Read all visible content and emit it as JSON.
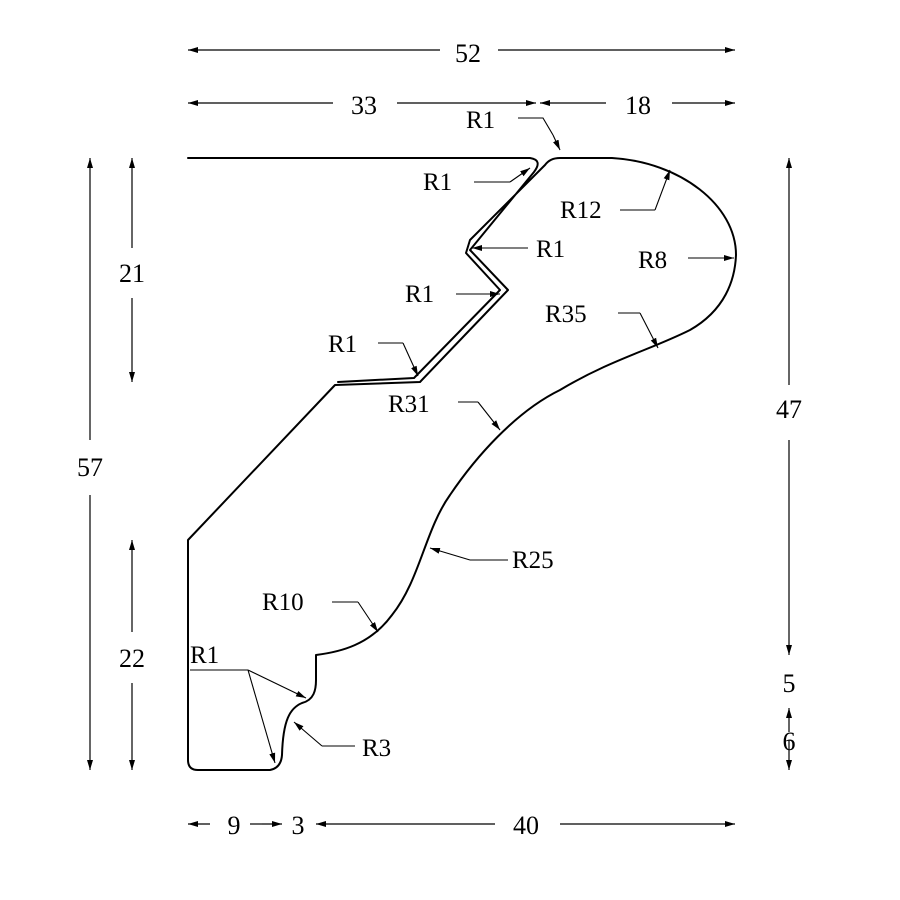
{
  "dimensions": {
    "overall_width": "52",
    "top_left_width": "33",
    "top_right_width": "18",
    "left_upper_height": "21",
    "overall_height": "57",
    "left_lower_height": "22",
    "right_upper_height": "47",
    "right_mid_height": "5",
    "right_lower_height": "6",
    "bottom_a": "9",
    "bottom_b": "3",
    "bottom_c": "40"
  },
  "radii": {
    "r1_top": "R1",
    "r1_notch_outer": "R1",
    "r1_v_tip": "R1",
    "r1_v_inner": "R1",
    "r1_step": "R1",
    "r1_bottom": "R1",
    "r12": "R12",
    "r8": "R8",
    "r35": "R35",
    "r31": "R31",
    "r25": "R25",
    "r10": "R10",
    "r3": "R3"
  }
}
